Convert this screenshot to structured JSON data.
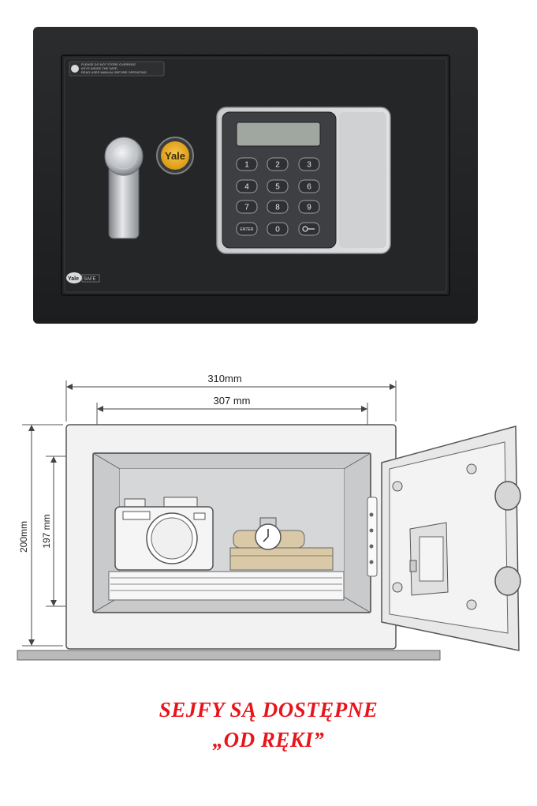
{
  "safe": {
    "brand": "Yale",
    "badge_text": "SAFE",
    "warning_label": [
      "PLEASE DO NOT STORE OVERRIDE",
      "KEYS INSIDE THE SAFE",
      "READ USER MANUAL BEFORE OPERATING"
    ],
    "keypad": [
      "1",
      "2",
      "3",
      "4",
      "5",
      "6",
      "7",
      "8",
      "9",
      "ENTER",
      "0",
      "key-icon"
    ]
  },
  "dimensions": {
    "outer_width": "310mm",
    "inner_width": "307 mm",
    "outer_height": "200mm",
    "inner_height": "197 mm"
  },
  "tagline": {
    "line1": "SEJFY SĄ DOSTĘPNE",
    "line2": "„OD RĘKI”"
  }
}
